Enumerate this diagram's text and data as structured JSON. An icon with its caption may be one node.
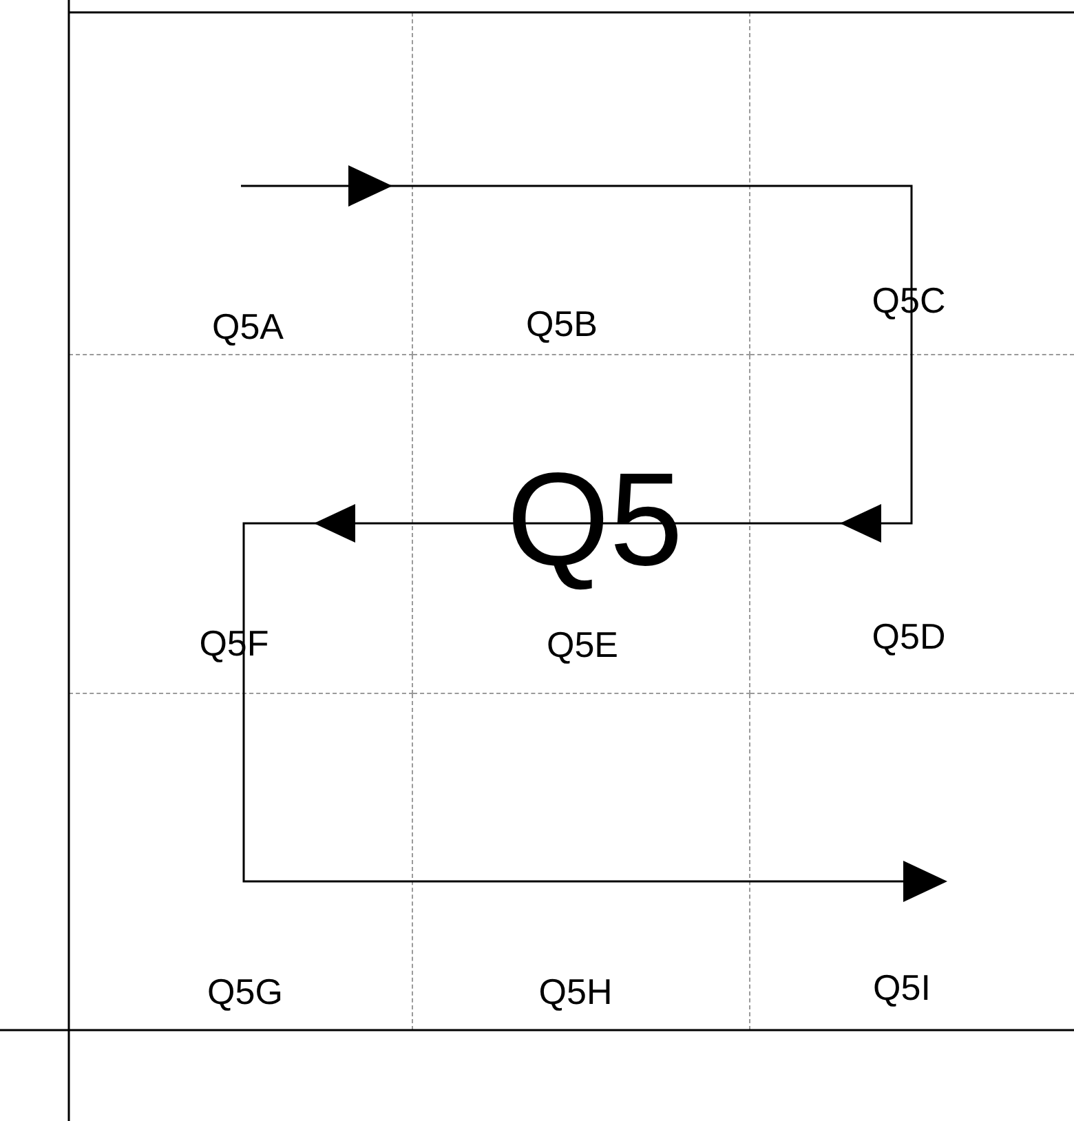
{
  "diagram": {
    "nodes": [
      {
        "text": [
          "Q5A"
        ]
      },
      {
        "text": [
          "Q5B"
        ]
      },
      {
        "text": [
          "Q5C"
        ]
      },
      {
        "text": [
          "Q5F"
        ]
      },
      {
        "text": [
          "Q5E"
        ]
      },
      {
        "text": [
          "Q5D"
        ]
      },
      {
        "text": [
          "Q5G"
        ]
      },
      {
        "text": [
          "Q5H"
        ]
      },
      {
        "text": [
          "Q5I"
        ]
      }
    ],
    "labels": [
      "Q5"
    ]
  }
}
